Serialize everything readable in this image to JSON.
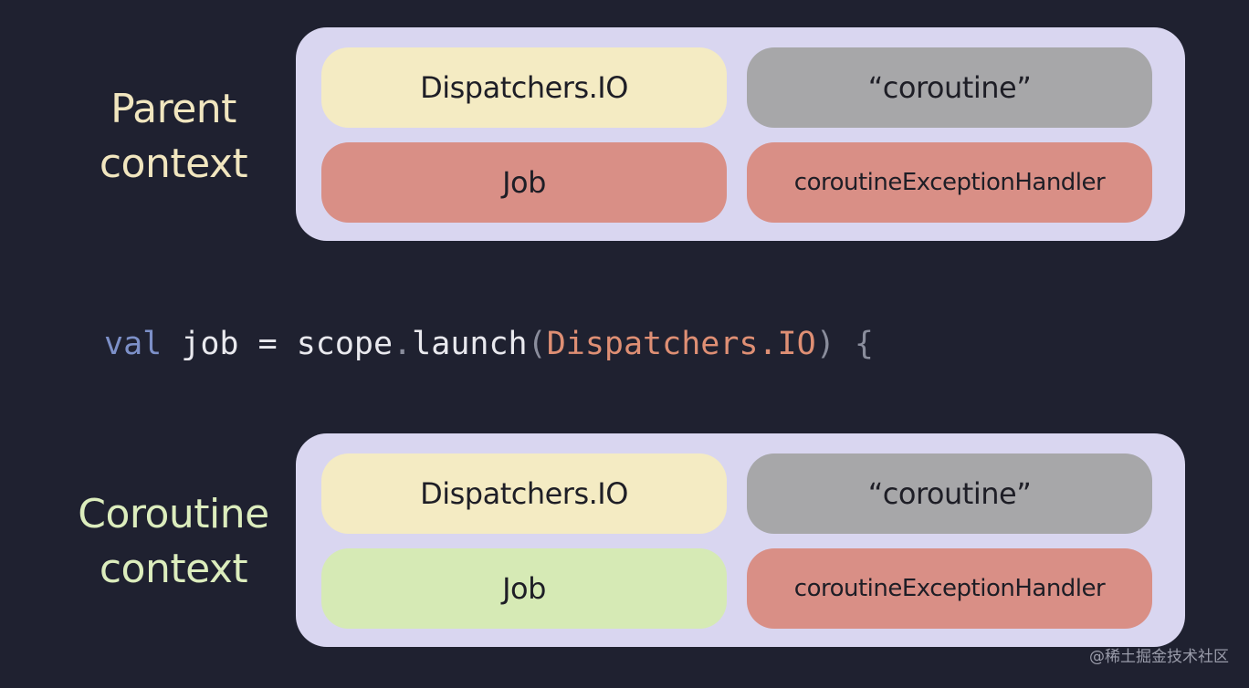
{
  "parent_context": {
    "label_lines": [
      "Parent",
      "context"
    ],
    "elements": {
      "dispatcher": "Dispatchers.IO",
      "name": "“coroutine”",
      "job": "Job",
      "handler": "coroutineExceptionHandler"
    }
  },
  "code": {
    "keyword": "val",
    "rest_before_arg": " job = scope",
    "dot": ".",
    "call": "launch",
    "open_paren": "(",
    "argument": "Dispatchers.IO",
    "close": ") {"
  },
  "coroutine_context": {
    "label_lines": [
      "Coroutine",
      "context"
    ],
    "elements": {
      "dispatcher": "Dispatchers.IO",
      "name": "“coroutine”",
      "job": "Job",
      "handler": "coroutineExceptionHandler"
    }
  },
  "colors": {
    "background": "#1f2130",
    "box": "#d9d6f0",
    "dispatcher": "#f4ebc3",
    "name": "#a7a7a9",
    "job_parent": "#d98f86",
    "job_coroutine": "#d6eab5",
    "handler": "#d98f86"
  },
  "watermark": "@稀土掘金技术社区"
}
